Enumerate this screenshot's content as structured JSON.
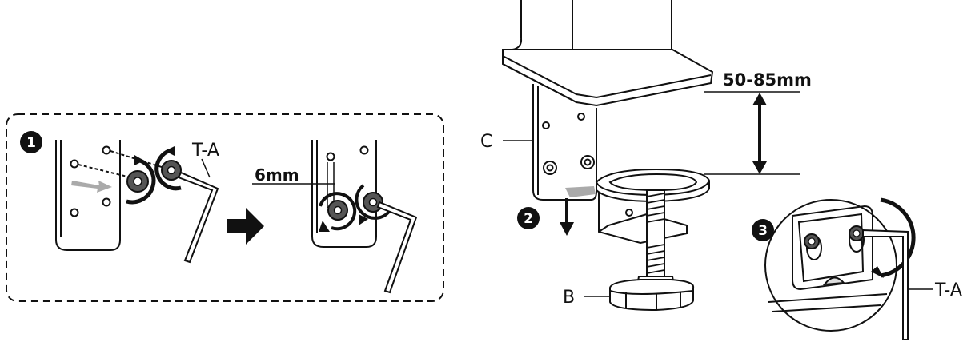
{
  "steps": {
    "step1": "1",
    "step2": "2",
    "step3": "3"
  },
  "labels": {
    "ta_left": "T-A",
    "ta_right": "T-A",
    "c_label": "C",
    "b_label": "B"
  },
  "dimensions": {
    "screw_depth": "6mm",
    "desk_thickness": "50-85mm"
  },
  "colors": {
    "line": "#111111",
    "arrow_gray": "#aaaaaa",
    "bg": "#ffffff"
  }
}
